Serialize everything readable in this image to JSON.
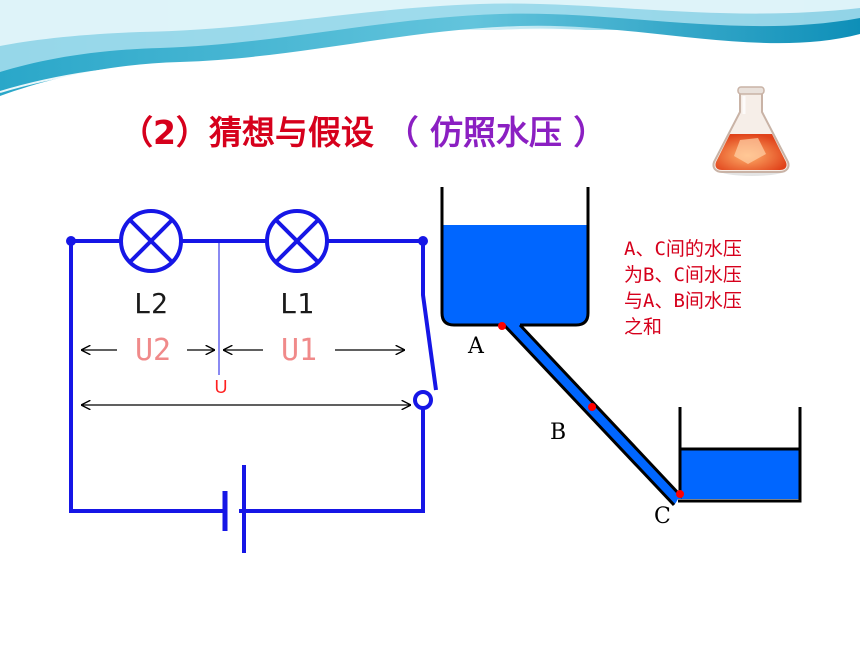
{
  "slide": {
    "title_main": "（2）猜想与假设",
    "title_sub": "（ 仿照水压 ）"
  },
  "circuit": {
    "lamp2_label": "L2",
    "lamp1_label": "L1",
    "u2_label": "U2",
    "u1_label": "U1",
    "u_label": "U"
  },
  "water": {
    "point_a": "A",
    "point_b": "B",
    "point_c": "C",
    "note_lines": [
      "A、C间的水压",
      "为B、C间水压",
      "与A、B间水压",
      "之和"
    ]
  },
  "colors": {
    "wire": "#1616e6",
    "water": "#0066ff",
    "red_text": "#d6001c",
    "purple_text": "#8b1fc2",
    "point": "#ff0000"
  }
}
